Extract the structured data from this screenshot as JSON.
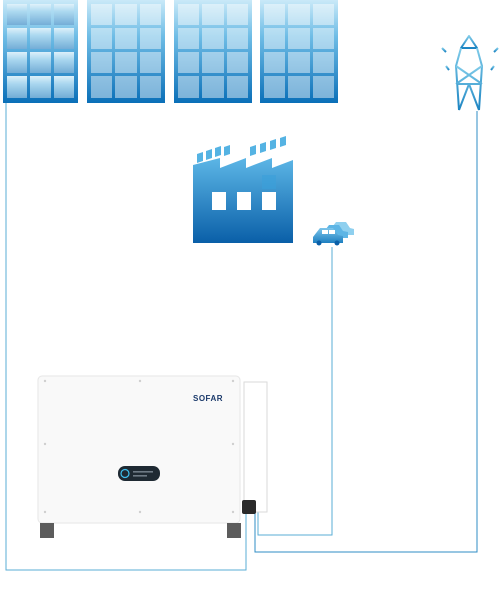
{
  "diagram": {
    "components": [
      {
        "id": "solar-panels",
        "icon": "solar-panel-icon",
        "count": 4
      },
      {
        "id": "power-grid",
        "icon": "transmission-tower-icon"
      },
      {
        "id": "factory",
        "icon": "factory-icon"
      },
      {
        "id": "vehicles",
        "icon": "car-icon"
      },
      {
        "id": "inverter",
        "icon": "inverter-icon"
      }
    ],
    "connections": [
      {
        "from": "solar-panels",
        "to": "inverter"
      },
      {
        "from": "vehicles",
        "to": "inverter"
      },
      {
        "from": "power-grid",
        "to": "inverter"
      }
    ]
  },
  "inverter": {
    "brand": "SOFAR"
  },
  "colors": {
    "primary_blue": "#0a6fb8",
    "panel_light": "#9fd4f0",
    "wire": "#4aa3cf",
    "inverter_body": "#f7f7f7"
  }
}
